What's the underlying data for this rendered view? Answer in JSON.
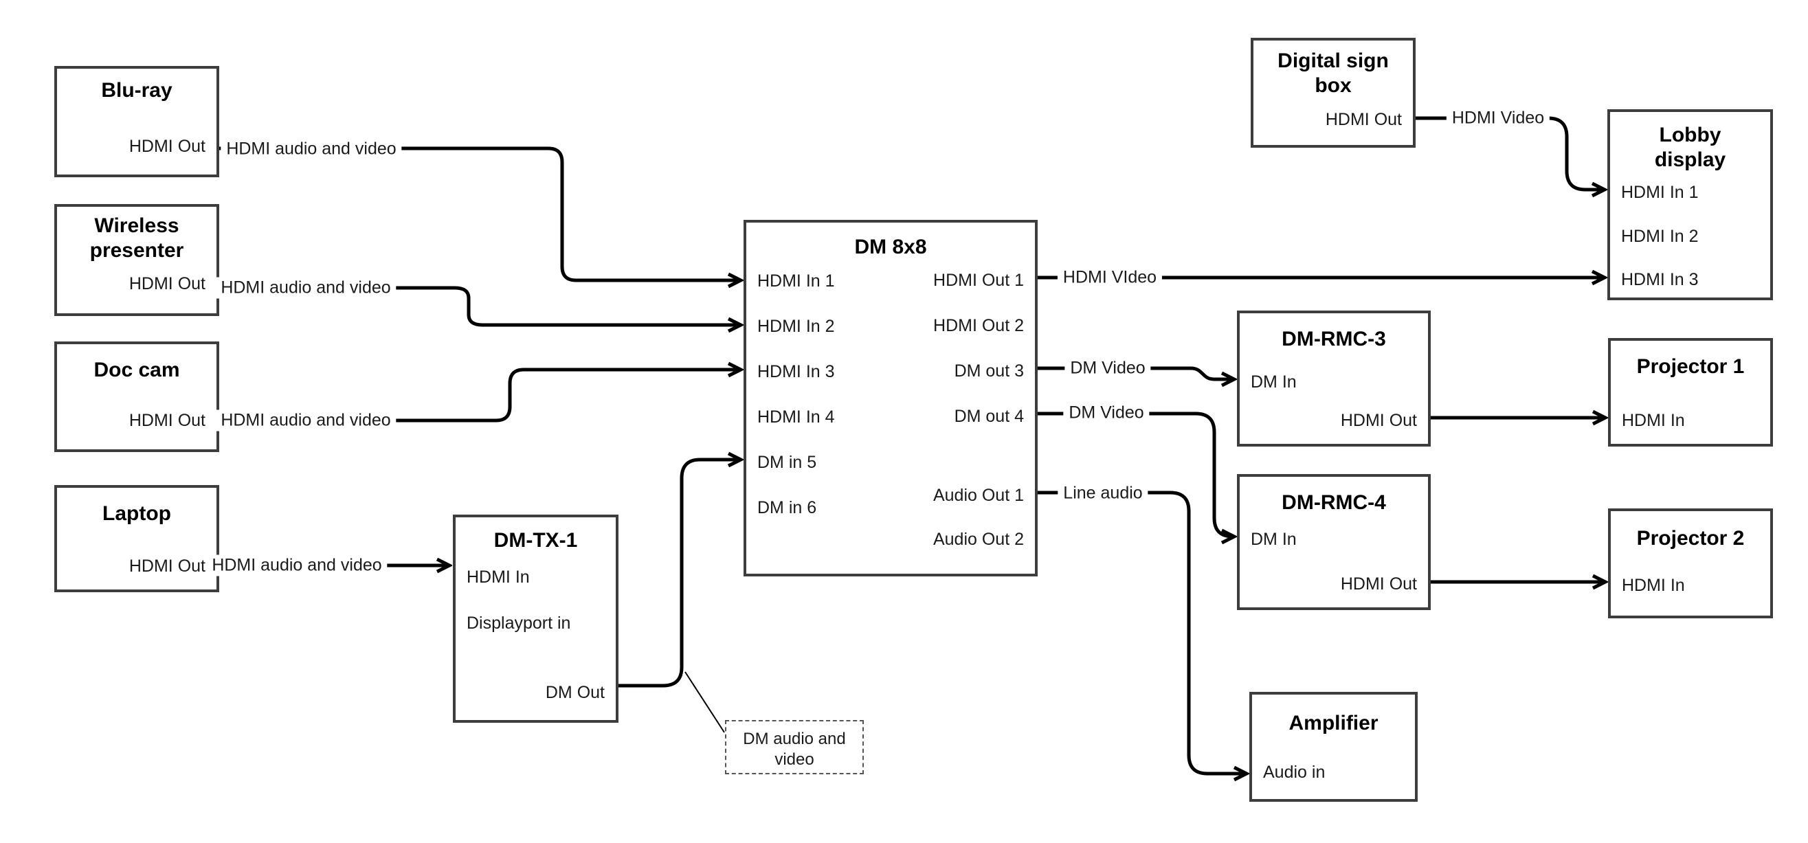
{
  "diagram": {
    "background_color": "#ffffff",
    "line_color": "#000000",
    "box_border_color": "#3d3d3d"
  },
  "nodes": {
    "bluray": {
      "title": "Blu-ray",
      "ports": {
        "hdmi_out": "HDMI Out"
      }
    },
    "wireless": {
      "title": "Wireless presenter",
      "ports": {
        "hdmi_out": "HDMI Out"
      }
    },
    "doccam": {
      "title": "Doc cam",
      "ports": {
        "hdmi_out": "HDMI Out"
      }
    },
    "laptop": {
      "title": "Laptop",
      "ports": {
        "hdmi_out": "HDMI Out"
      }
    },
    "dmtx1": {
      "title": "DM-TX-1",
      "ports": {
        "hdmi_in": "HDMI In",
        "displayport_in": "Displayport in",
        "dm_out": "DM Out"
      }
    },
    "dm8x8": {
      "title": "DM 8x8",
      "ports": {
        "hdmi_in_1": "HDMI In 1",
        "hdmi_in_2": "HDMI In 2",
        "hdmi_in_3": "HDMI In 3",
        "hdmi_in_4": "HDMI In 4",
        "dm_in_5": "DM in 5",
        "dm_in_6": "DM in 6",
        "hdmi_out_1": "HDMI Out 1",
        "hdmi_out_2": "HDMI Out 2",
        "dm_out_3": "DM out 3",
        "dm_out_4": "DM out 4",
        "audio_out_1": "Audio Out 1",
        "audio_out_2": "Audio Out 2"
      }
    },
    "digitalsign": {
      "title": "Digital sign box",
      "ports": {
        "hdmi_out": "HDMI Out"
      }
    },
    "lobby": {
      "title": "Lobby display",
      "ports": {
        "hdmi_in_1": "HDMI In 1",
        "hdmi_in_2": "HDMI In 2",
        "hdmi_in_3": "HDMI In 3"
      }
    },
    "dmrmc3": {
      "title": "DM-RMC-3",
      "ports": {
        "dm_in": "DM In",
        "hdmi_out": "HDMI Out"
      }
    },
    "proj1": {
      "title": "Projector 1",
      "ports": {
        "hdmi_in": "HDMI In"
      }
    },
    "dmrmc4": {
      "title": "DM-RMC-4",
      "ports": {
        "dm_in": "DM In",
        "hdmi_out": "HDMI Out"
      }
    },
    "proj2": {
      "title": "Projector 2",
      "ports": {
        "hdmi_in": "HDMI In"
      }
    },
    "amp": {
      "title": "Amplifier",
      "ports": {
        "audio_in": "Audio in"
      }
    },
    "callout": {
      "text": "DM audio and video"
    }
  },
  "edges": {
    "bluray_line": {
      "label": "HDMI audio and video"
    },
    "wireless_line": {
      "label": "HDMI audio and video"
    },
    "doccam_line": {
      "label": "HDMI audio and video"
    },
    "laptop_line": {
      "label": "HDMI audio and video"
    },
    "hdmi_out_1_line": {
      "label": "HDMI VIdeo"
    },
    "digitalsign_line": {
      "label": "HDMI Video"
    },
    "dm_out_3_line": {
      "label": "DM Video"
    },
    "dm_out_4_line": {
      "label": "DM Video"
    },
    "audio_out_1_line": {
      "label": "Line audio"
    }
  }
}
